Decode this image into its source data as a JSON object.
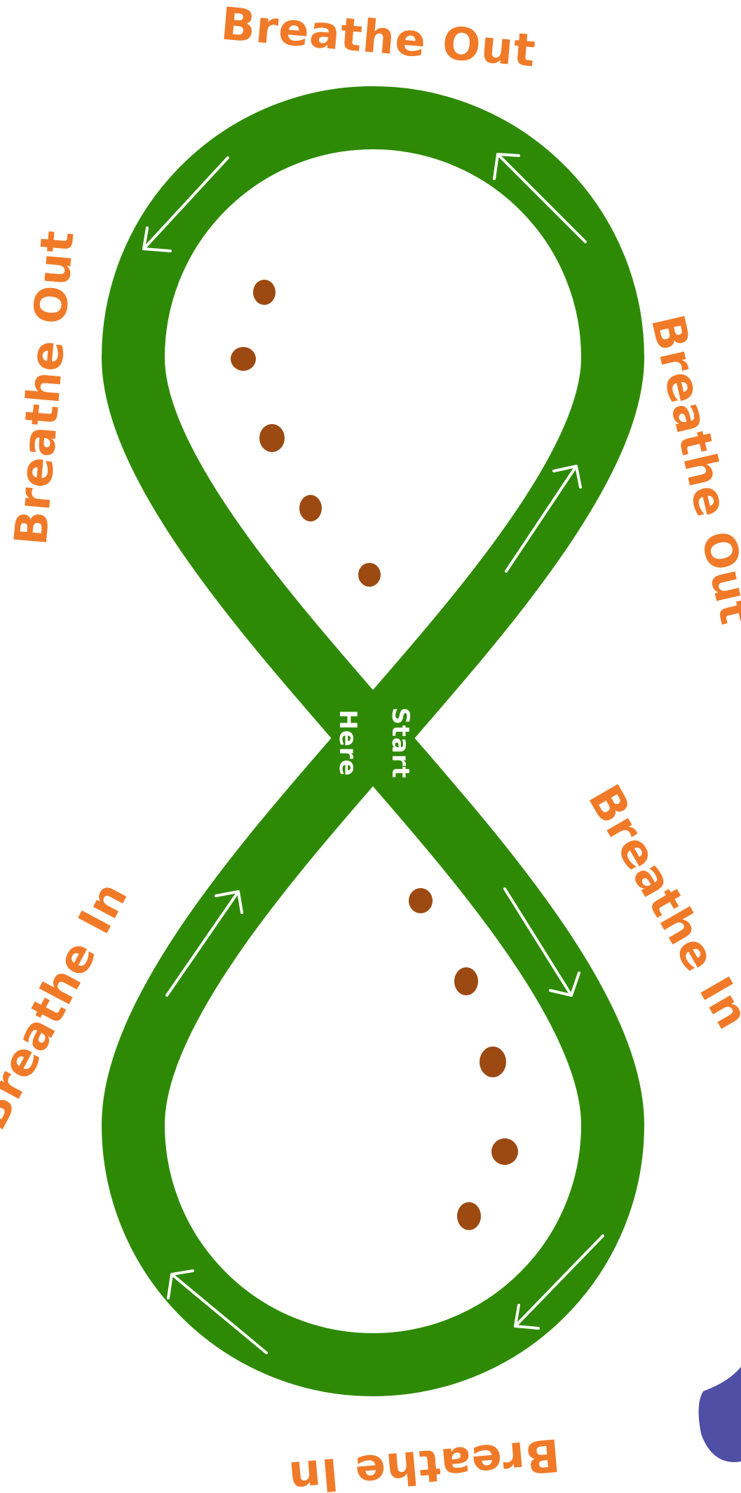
{
  "labels": {
    "top": "Breathe Out",
    "upper_left": "Breathe Out",
    "upper_right": "Breathe Out",
    "lower_left": "Breathe In",
    "lower_right": "Breathe In",
    "bottom": "Breathe In",
    "start_line1": "Start",
    "start_line2": "Here"
  },
  "colors": {
    "track": "#2e8a04",
    "label": "#f07a28",
    "dot": "#9c4a12",
    "arrow": "#ffffff",
    "corner_shape": "#4f4fa6"
  }
}
